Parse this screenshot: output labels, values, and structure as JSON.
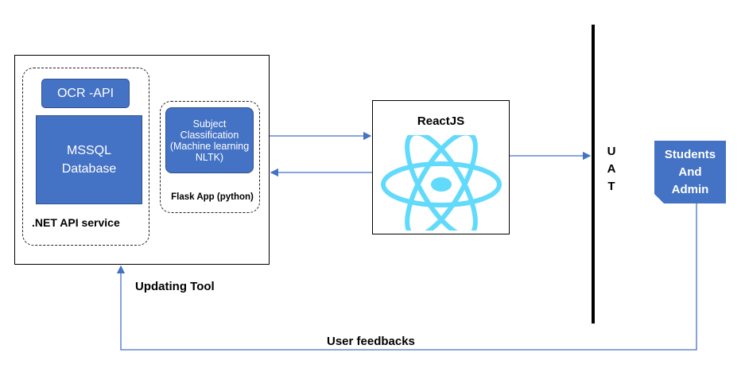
{
  "ocr_api": {
    "label": "OCR -API"
  },
  "mssql": {
    "line1": "MSSQL",
    "line2": "Database"
  },
  "net_api": {
    "label": ".NET API service"
  },
  "subject": {
    "label": "Subject Classification (Machine learning NLTK)"
  },
  "flask": {
    "label": "Flask App (python)"
  },
  "react": {
    "label": "ReactJS",
    "logo_icon": "react-logo-icon",
    "logo_color": "#61dafb"
  },
  "uat": {
    "letters": [
      "U",
      "A",
      "T"
    ]
  },
  "students": {
    "line1": "Students",
    "line2": "And",
    "line3": "Admin"
  },
  "updating_tool": {
    "label": "Updating Tool"
  },
  "user_feedbacks": {
    "label": "User feedbacks"
  },
  "colors": {
    "box_blue": "#4472c4",
    "arrow_blue": "#4472c4",
    "react_cyan": "#61dafb"
  }
}
